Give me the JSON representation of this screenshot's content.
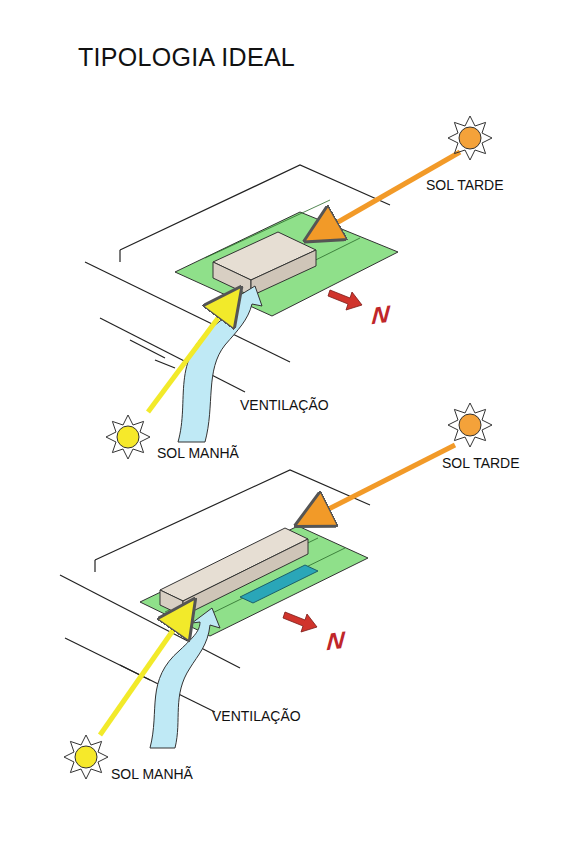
{
  "diagram": {
    "title": "TIPOLOGIA IDEAL",
    "labels": [
      "SOL TARDE",
      "N",
      "VENTILAÇÃO",
      "SOL MANHÃ",
      "SOL TARDE",
      "N",
      "VENTILAÇÃO",
      "SOL MANHÃ"
    ]
  }
}
